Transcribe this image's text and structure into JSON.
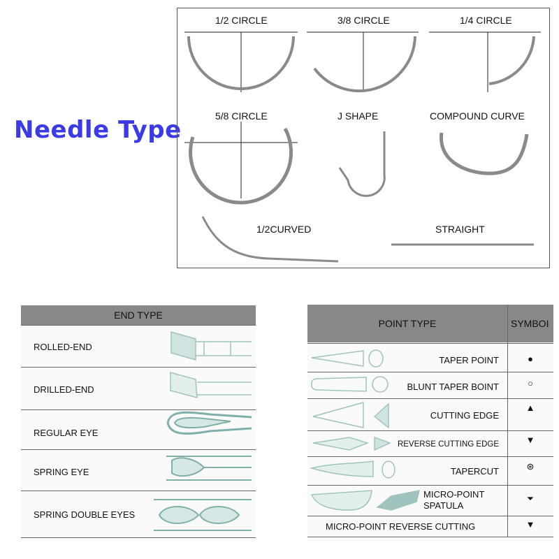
{
  "title": "Needle Type",
  "shapes": {
    "half_circle": "1/2 CIRCLE",
    "three_eighth_circle": "3/8 CIRCLE",
    "quarter_circle": "1/4 CIRCLE",
    "five_eighth_circle": "5/8 CIRCLE",
    "j_shape": "J SHAPE",
    "compound_curve": "COMPOUND CURVE",
    "half_curved": "1/2CURVED",
    "straight": "STRAIGHT"
  },
  "end_table": {
    "header": "END TYPE",
    "rows": [
      "ROLLED-END",
      "DRILLED-END",
      "REGULAR EYE",
      "SPRING EYE",
      "SPRING DOUBLE EYES"
    ]
  },
  "point_table": {
    "header": "POINT  TYPE",
    "symbol_header": "SYMBOI",
    "rows": [
      {
        "label": "TAPER POINT",
        "symbol": "●"
      },
      {
        "label": "BLUNT TAPER BOINT",
        "symbol": "○"
      },
      {
        "label": "CUTTING EDGE",
        "symbol": "▲"
      },
      {
        "label": "REVERSE CUTTING EDGE",
        "symbol": "▼"
      },
      {
        "label": "TAPERCUT",
        "symbol": "⊛"
      },
      {
        "label": "MICRO-POINT SPATULA",
        "symbol": "⏷"
      },
      {
        "label": "MICRO-POINT REVERSE CUTTING",
        "symbol": "▼"
      }
    ]
  },
  "colors": {
    "title": "#3a3ae8",
    "header_bg": "#888888",
    "needle": "#8a8a8a",
    "sketch": "#9fc4c0"
  }
}
